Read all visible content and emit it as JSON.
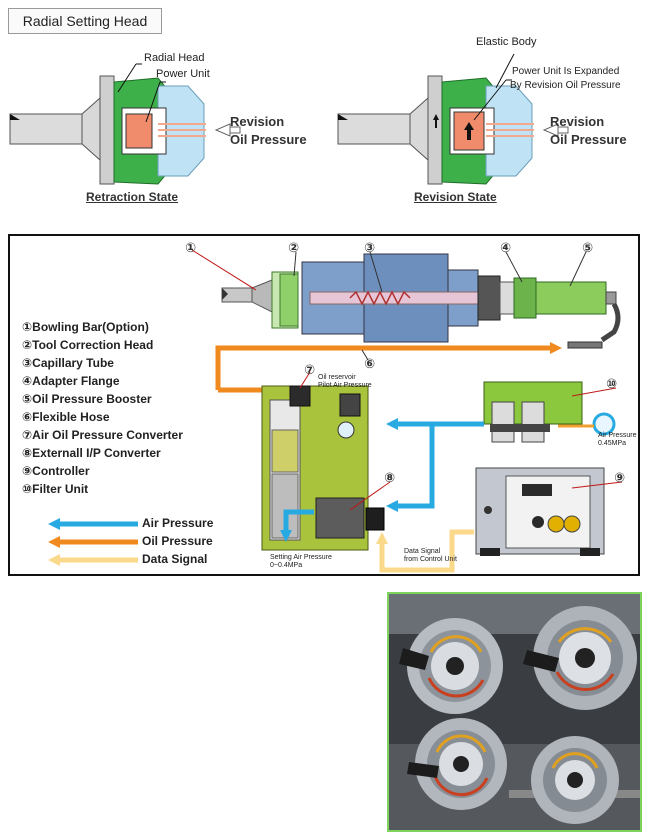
{
  "top": {
    "title": "Radial Setting Head",
    "left": {
      "label_radial_head": "Radial Head",
      "label_power_unit": "Power Unit",
      "label_revision": "Revision",
      "label_oil_pressure": "Oil Pressure",
      "caption": "Retraction State"
    },
    "right": {
      "label_elastic_body": "Elastic Body",
      "label_expanded_1": "Power Unit Is Expanded",
      "label_expanded_2": "By Revision Oil Pressure",
      "label_revision": "Revision",
      "label_oil_pressure": "Oil Pressure",
      "caption": "Revision State"
    }
  },
  "system": {
    "parts": [
      "①Bowling Bar(Option)",
      "②Tool Correction Head",
      "③Capillary Tube",
      "④Adapter Flange",
      "⑤Oil Pressure Booster",
      "⑥Flexible Hose",
      "⑦Air Oil Pressure Converter",
      "⑧Externall I/P Converter",
      "⑨Controller",
      "⑩Filter Unit"
    ],
    "callouts": [
      "①",
      "②",
      "③",
      "④",
      "⑤",
      "⑥",
      "⑦",
      "⑧",
      "⑨",
      "⑩"
    ],
    "flow_legend": [
      {
        "label": "Air Pressure",
        "color": "#27a9e1"
      },
      {
        "label": "Oil Pressure",
        "color": "#f08a1e"
      },
      {
        "label": "Data Signal",
        "color": "#fbd98a"
      }
    ],
    "notes": {
      "oil_reservoir": "Oil reservoir",
      "pilot_air": "Pilot Air Pressure",
      "air_pressure": "Air Pressure",
      "air_value": "0.45MPa",
      "setting_air": "Setting Air Pressure",
      "setting_value": "0~0.4MPa",
      "data_signal": "Data Signal",
      "from_control": "from Control Unit"
    }
  },
  "colors": {
    "green": "#3db04a",
    "light_blue": "#bfe3f4",
    "salmon": "#f08c6c",
    "gray": "#c8c8c8",
    "air": "#27a9e1",
    "oil": "#f08a1e",
    "data": "#fbd98a",
    "photo_border": "#7dd35c"
  }
}
